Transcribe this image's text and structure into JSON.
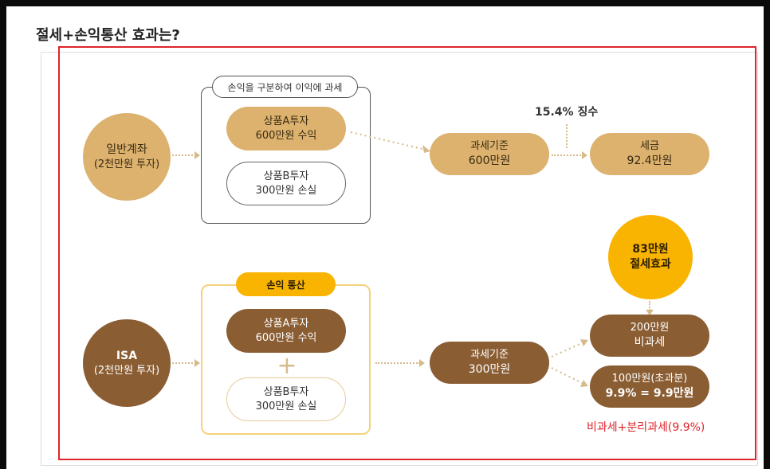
{
  "page": {
    "title": "절세+손익통산 효과는?"
  },
  "general": {
    "account_line1": "일반계좌",
    "account_line2": "(2천만원 투자)",
    "box_tag": "손익을 구분하여 이익에 과세",
    "productA_line1": "상품A투자",
    "productA_line2": "600만원 수익",
    "productB_line1": "상품B투자",
    "productB_line2": "300만원 손실",
    "tax_base_line1": "과세기준",
    "tax_base_line2": "600만원",
    "levy_label": "15.4% 징수",
    "tax_line1": "세금",
    "tax_line2": "92.4만원"
  },
  "isa": {
    "account_line1": "ISA",
    "account_line2": "(2천만원 투자)",
    "box_tag": "손익 통산",
    "plus_symbol": "+",
    "productA_line1": "상품A투자",
    "productA_line2": "600만원 수익",
    "productB_line1": "상품B투자",
    "productB_line2": "300만원 손실",
    "tax_base_line1": "과세기준",
    "tax_base_line2": "300만원",
    "savings_line1": "83만원",
    "savings_line2": "절세효과",
    "exempt_line1": "200만원",
    "exempt_line2": "비과세",
    "excess_line1": "100만원(초과분)",
    "excess_line2": "9.9% = 9.9만원",
    "footnote": "비과세+분리과세(9.9%)"
  },
  "colors": {
    "highlight": "#e0242b",
    "gold": "#dcb26e",
    "brown": "#8a5d33",
    "yellow": "#f8b400",
    "footnote": "#e0242b"
  }
}
